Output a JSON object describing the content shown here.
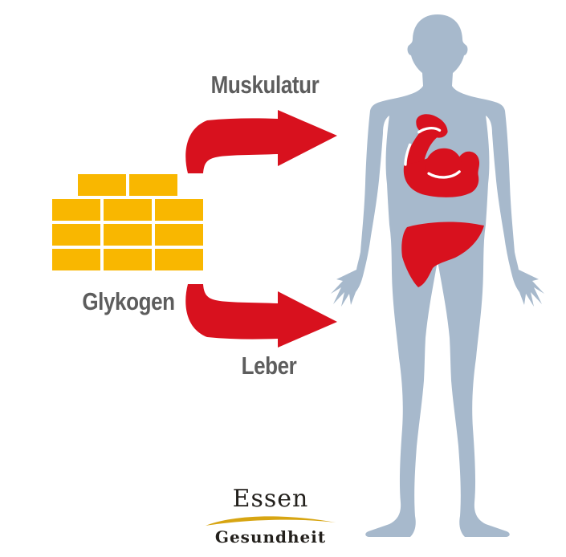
{
  "colors": {
    "red": "#d8111e",
    "brick": "#f9b700",
    "body": "#a7b9cc",
    "gray": "#5d5d5d",
    "gold": "#d7a512",
    "ink": "#23201c"
  },
  "labels": {
    "source": "Glykogen",
    "muscle_target": "Muskulatur",
    "liver_target": "Leber"
  },
  "bricks": {
    "rows": [
      2,
      3,
      3,
      3
    ]
  },
  "logo": {
    "line1": "Essen",
    "line2": "Gesundheit"
  },
  "icons": {
    "arrow_top": "curved-arrow-right",
    "arrow_bottom": "curved-arrow-right",
    "body": "human-body-silhouette",
    "muscle": "flexed-bicep",
    "liver": "liver-organ",
    "swoosh": "gold-brush-stroke"
  }
}
